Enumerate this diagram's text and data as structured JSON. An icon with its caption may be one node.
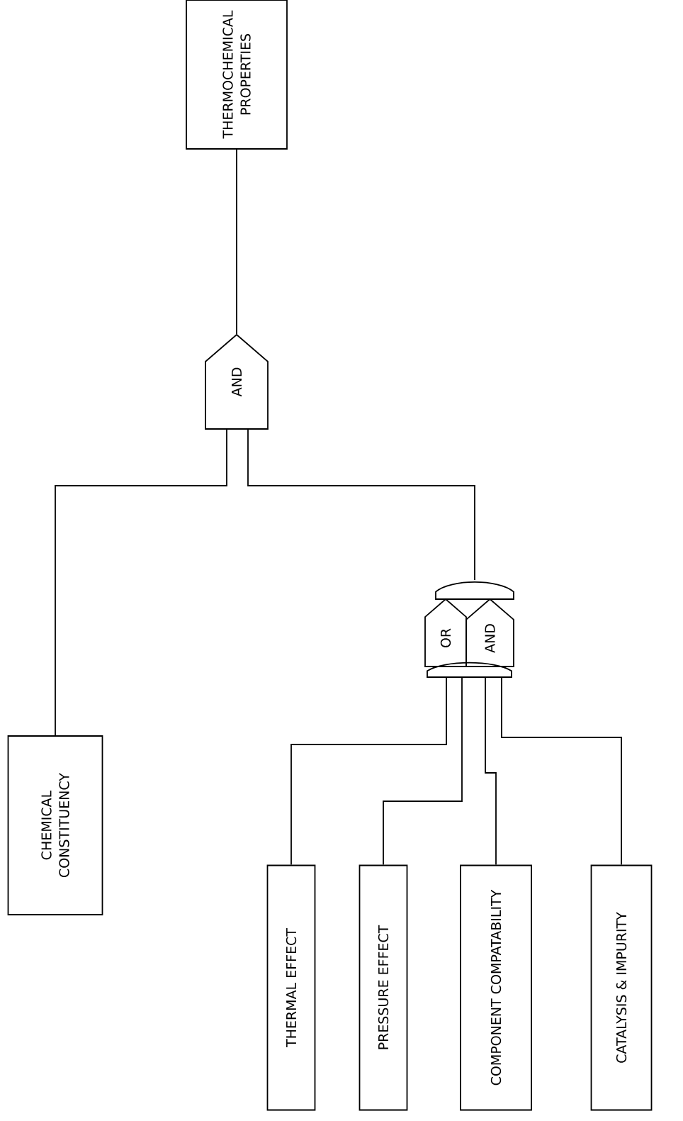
{
  "diagram": {
    "nodes": [
      {
        "text": [
          "THERMOCHEMICAL PROPERTIES"
        ]
      },
      {
        "text": [
          "AND"
        ]
      },
      {
        "text": [
          "CHEMICAL CONSTITUENCY"
        ]
      },
      {
        "text": [
          "OR"
        ]
      },
      {
        "text": [
          "AND"
        ]
      },
      {
        "text": [
          "THERMAL EFFECT"
        ]
      },
      {
        "text": [
          "PRESSURE EFFECT"
        ]
      },
      {
        "text": [
          "COMPONENT COMPATABILITY"
        ]
      },
      {
        "text": [
          "CATALYSIS & IMPURITY"
        ]
      },
      {
        "text": [],
        "shape": "dome"
      },
      {
        "text": [],
        "shape": "dome"
      }
    ],
    "edges": [
      {
        "from": 1,
        "to": 0,
        "arrow": "none"
      },
      {
        "from": 2,
        "to": 1,
        "arrow": "none"
      },
      {
        "from": 9,
        "to": 1,
        "arrow": "none"
      },
      {
        "from": 5,
        "to": 10,
        "arrow": "none"
      },
      {
        "from": 6,
        "to": 10,
        "arrow": "none"
      },
      {
        "from": 7,
        "to": 10,
        "arrow": "none"
      },
      {
        "from": 8,
        "to": 10,
        "arrow": "none"
      }
    ]
  }
}
